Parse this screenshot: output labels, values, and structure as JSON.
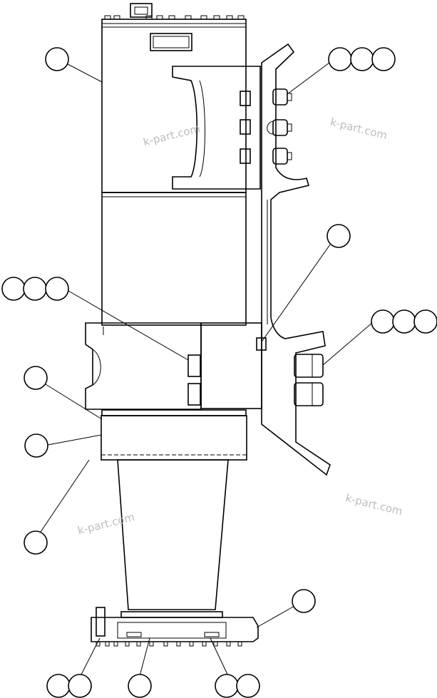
{
  "diagram": {
    "type": "exploded-parts-drawing",
    "line_color": "#000000",
    "background": "#ffffff",
    "callout_text": [],
    "watermarks": [
      "k-part.com",
      "k-part.com",
      "k-part.com",
      "k-part.com"
    ],
    "watermark_color": "#bdbdbd"
  }
}
